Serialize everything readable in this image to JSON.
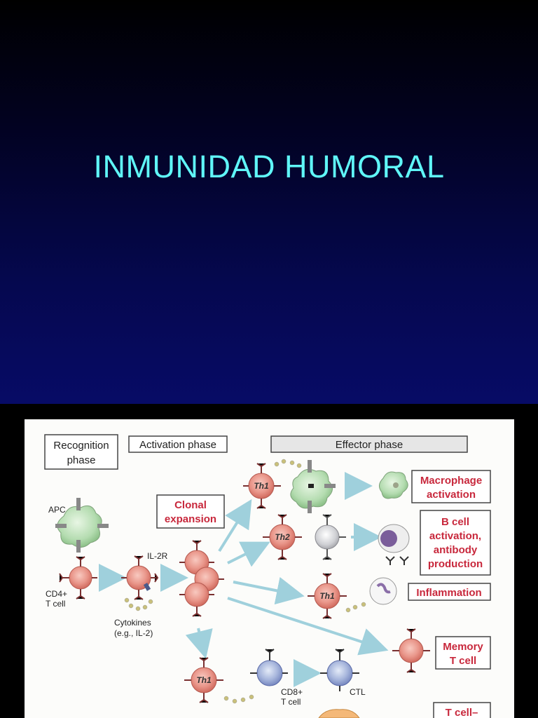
{
  "slide": {
    "title": "INMUNIDAD HUMORAL",
    "colors": {
      "title": "#5ff6f8",
      "background_bottom": "#070b66",
      "accent_red": "#c8283c",
      "arrow": "#9fd0dc"
    }
  },
  "diagram": {
    "phases": {
      "recognition": [
        "Recognition",
        "phase"
      ],
      "activation": "Activation phase",
      "effector": "Effector phase"
    },
    "labels": {
      "apc": "APC",
      "cd4": [
        "CD4+",
        "T cell"
      ],
      "il2r": "IL-2R",
      "cytokines": [
        "Cytokines",
        "(e.g., IL-2)"
      ],
      "clonal": [
        "Clonal",
        "expansion"
      ],
      "cd8": [
        "CD8+",
        "T cell"
      ],
      "ctl": "CTL",
      "th1": "Th1",
      "th2": "Th2"
    },
    "outcomes": {
      "macrophage": [
        "Macrophage",
        "activation"
      ],
      "bcell": [
        "B cell",
        "activation,",
        "antibody",
        "production"
      ],
      "inflammation": "Inflammation",
      "memory": [
        "Memory",
        "T cell"
      ],
      "tcell": "T cell–"
    }
  }
}
